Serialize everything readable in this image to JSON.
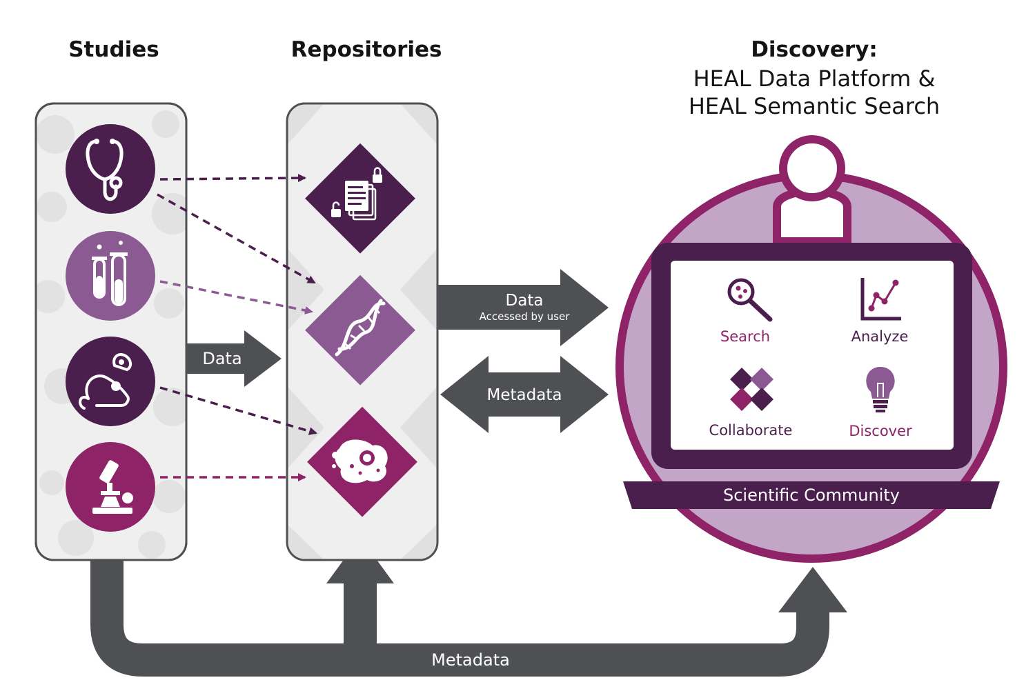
{
  "columns": {
    "studies": "Studies",
    "repositories": "Repositories",
    "discovery_title": "Discovery:",
    "discovery_line1": "HEAL Data Platform &",
    "discovery_line2": "HEAL Semantic Search"
  },
  "flows": {
    "studies_to_repos": "Data",
    "repos_to_discovery_data": "Data",
    "repos_to_discovery_data_sub": "Accessed by user",
    "repos_discovery_metadata": "Metadata",
    "bottom_metadata": "Metadata"
  },
  "discovery_actions": [
    "Search",
    "Analyze",
    "Collaborate",
    "Discover"
  ],
  "laptop_base_label": "Scientific Community",
  "study_icons": [
    "stethoscope-icon",
    "test-tubes-icon",
    "mice-icon",
    "microscope-icon"
  ],
  "repository_icons": [
    "locked-documents-icon",
    "dna-icon",
    "cell-icon"
  ],
  "colors": {
    "dark_purple": "#4a1f4e",
    "mid_purple": "#8b5a93",
    "magenta": "#8e2368",
    "light_purple": "#c3a6c7",
    "arrow_gray": "#4f5054",
    "panel_gray": "#efefef"
  }
}
